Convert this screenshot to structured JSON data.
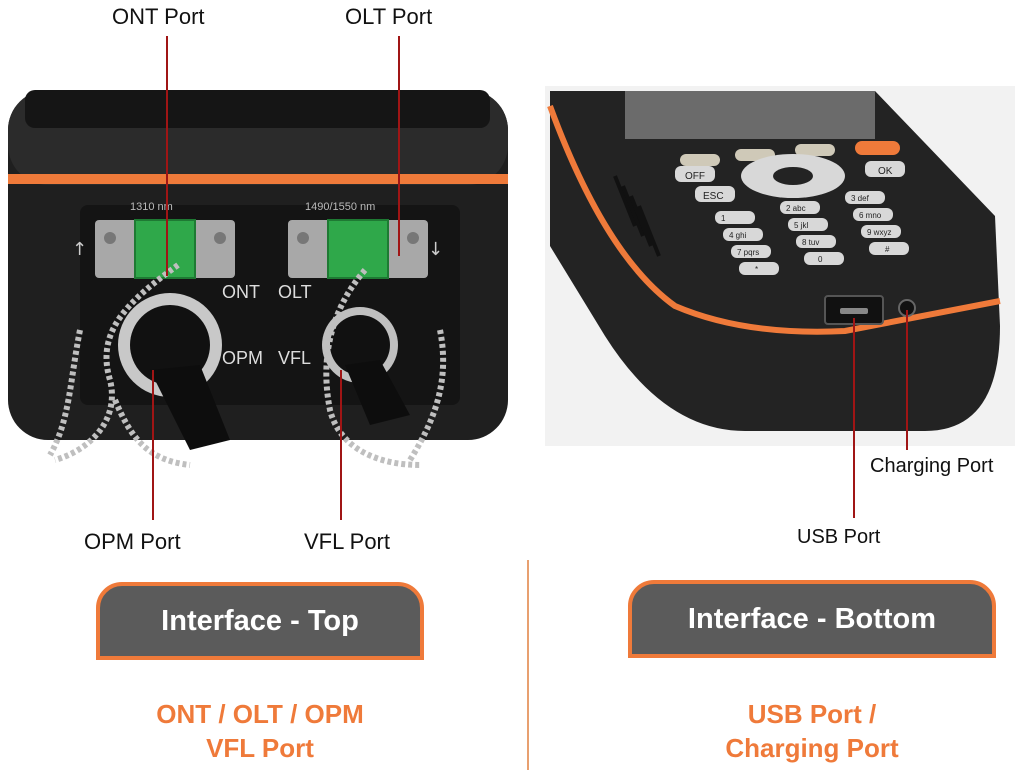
{
  "left": {
    "labels": {
      "ont_port": "ONT Port",
      "olt_port": "OLT Port",
      "opm_port": "OPM Port",
      "vfl_port": "VFL Port"
    },
    "device_text": {
      "wave_left": "1310 nm",
      "wave_right": "1490/1550 nm",
      "ont": "ONT",
      "olt": "OLT",
      "opm": "OPM",
      "vfl": "VFL"
    },
    "tab_title": "Interface - Top",
    "caption_line1": "ONT / OLT / OPM",
    "caption_line2": "VFL Port"
  },
  "right": {
    "labels": {
      "charging_port": "Charging Port",
      "usb_port": "USB Port"
    },
    "keypad": {
      "off": "OFF",
      "ok": "OK",
      "esc": "ESC",
      "keys": [
        "1",
        "2 abc",
        "3 def",
        "4 ghi",
        "5 jkl",
        "6 mno",
        "7 pqrs",
        "8 tuv",
        "9 wxyz",
        "*",
        "0",
        "#"
      ]
    },
    "tab_title": "Interface - Bottom",
    "caption_line1": "USB Port /",
    "caption_line2": "Charging Port"
  },
  "colors": {
    "accent_orange": "#ef7a3a",
    "tab_fill": "#5b5b5b",
    "callout_line": "#a01515",
    "device_body": "#1f1f1f",
    "connector_green": "#2fa84a"
  }
}
